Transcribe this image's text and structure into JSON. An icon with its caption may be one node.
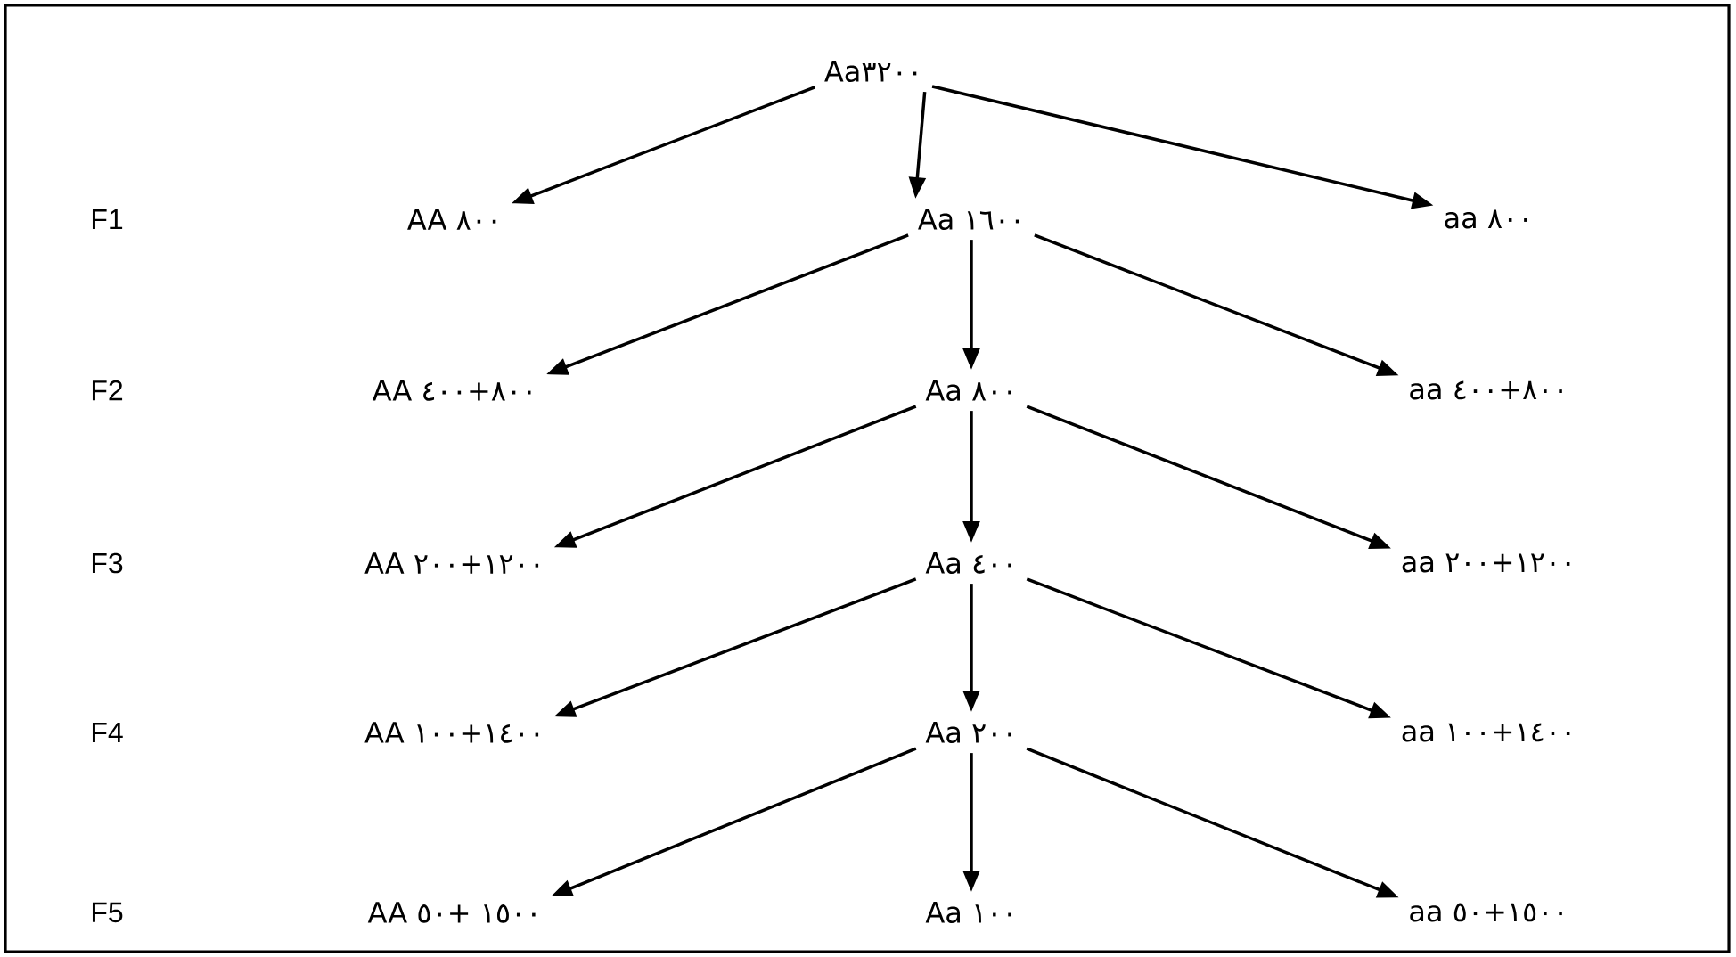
{
  "diagram": {
    "nodes": [
      {
        "text": [
          "Aa٣٢٠٠"
        ]
      },
      {
        "text": [
          "AA ٨٠٠"
        ]
      },
      {
        "text": [
          "Aa ١٦٠٠"
        ]
      },
      {
        "text": [
          "aa ٨٠٠"
        ]
      },
      {
        "text": [
          "AA ٤٠٠+٨٠٠"
        ]
      },
      {
        "text": [
          "Aa ٨٠٠"
        ]
      },
      {
        "text": [
          "aa ٤٠٠+٨٠٠"
        ]
      },
      {
        "text": [
          "AA ٢٠٠+١٢٠٠"
        ]
      },
      {
        "text": [
          "Aa ٤٠٠"
        ]
      },
      {
        "text": [
          "aa ٢٠٠+١٢٠٠"
        ]
      },
      {
        "text": [
          "AA ١٠٠+١٤٠٠"
        ]
      },
      {
        "text": [
          "Aa ٢٠٠"
        ]
      },
      {
        "text": [
          "aa ١٠٠+١٤٠٠"
        ]
      },
      {
        "text": [
          "AA ٥٠+ ١٥٠٠"
        ]
      },
      {
        "text": [
          "Aa ١٠٠"
        ]
      },
      {
        "text": [
          "aa ٥٠+١٥٠٠"
        ]
      }
    ],
    "edges": [
      {
        "from": 0,
        "to": 1,
        "arrow": "to"
      },
      {
        "from": 0,
        "to": 2,
        "arrow": "to"
      },
      {
        "from": 0,
        "to": 3,
        "arrow": "to"
      },
      {
        "from": 2,
        "to": 4,
        "arrow": "to"
      },
      {
        "from": 2,
        "to": 5,
        "arrow": "to"
      },
      {
        "from": 2,
        "to": 6,
        "arrow": "to"
      },
      {
        "from": 5,
        "to": 7,
        "arrow": "to"
      },
      {
        "from": 5,
        "to": 8,
        "arrow": "to"
      },
      {
        "from": 5,
        "to": 9,
        "arrow": "to"
      },
      {
        "from": 8,
        "to": 10,
        "arrow": "to"
      },
      {
        "from": 8,
        "to": 11,
        "arrow": "to"
      },
      {
        "from": 8,
        "to": 12,
        "arrow": "to"
      },
      {
        "from": 11,
        "to": 13,
        "arrow": "to"
      },
      {
        "from": 11,
        "to": 14,
        "arrow": "to"
      },
      {
        "from": 11,
        "to": 15,
        "arrow": "to"
      }
    ],
    "labels": [
      "F1",
      "F2",
      "F3",
      "F4",
      "F5"
    ]
  }
}
